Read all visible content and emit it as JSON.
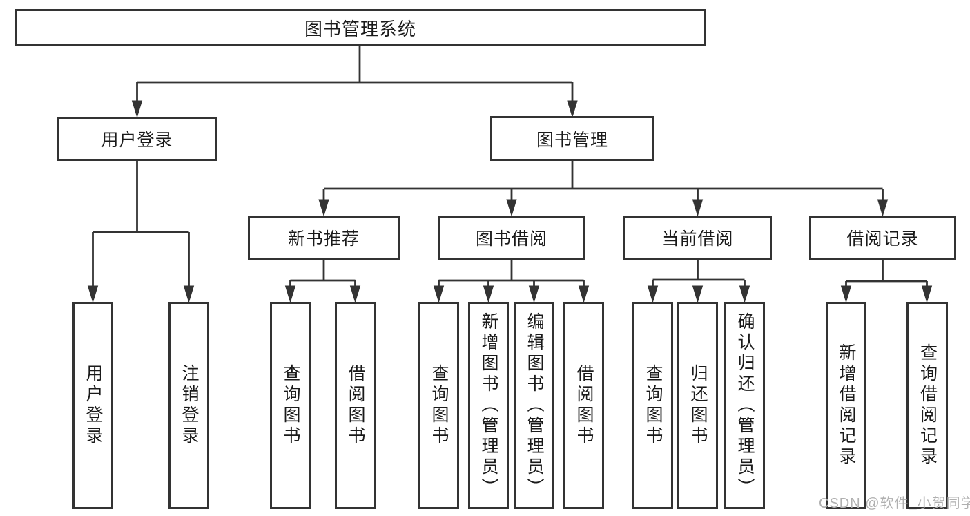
{
  "diagram": {
    "type": "hierarchy-diagram",
    "title": "图书管理系统",
    "root": {
      "label": "图书管理系统",
      "children": [
        {
          "label": "用户登录",
          "children": [
            {
              "label": "用户登录"
            },
            {
              "label": "注销登录"
            }
          ]
        },
        {
          "label": "图书管理",
          "children": [
            {
              "label": "新书推荐",
              "children": [
                {
                  "label": "查询图书"
                },
                {
                  "label": "借阅图书"
                }
              ]
            },
            {
              "label": "图书借阅",
              "children": [
                {
                  "label": "查询图书"
                },
                {
                  "label": "新增图书（管理员）"
                },
                {
                  "label": "编辑图书（管理员）"
                },
                {
                  "label": "借阅图书"
                }
              ]
            },
            {
              "label": "当前借阅",
              "children": [
                {
                  "label": "查询图书"
                },
                {
                  "label": "归还图书"
                },
                {
                  "label": "确认归还（管理员）"
                }
              ]
            },
            {
              "label": "借阅记录",
              "children": [
                {
                  "label": "新增借阅记录"
                },
                {
                  "label": "查询借阅记录"
                }
              ]
            }
          ]
        }
      ]
    },
    "watermark": "CSDN @软件_小贺同学",
    "colors": {
      "line": "#333333",
      "text": "#1a1a1a",
      "watermark": "#b0b0b0",
      "background": "#ffffff"
    }
  }
}
